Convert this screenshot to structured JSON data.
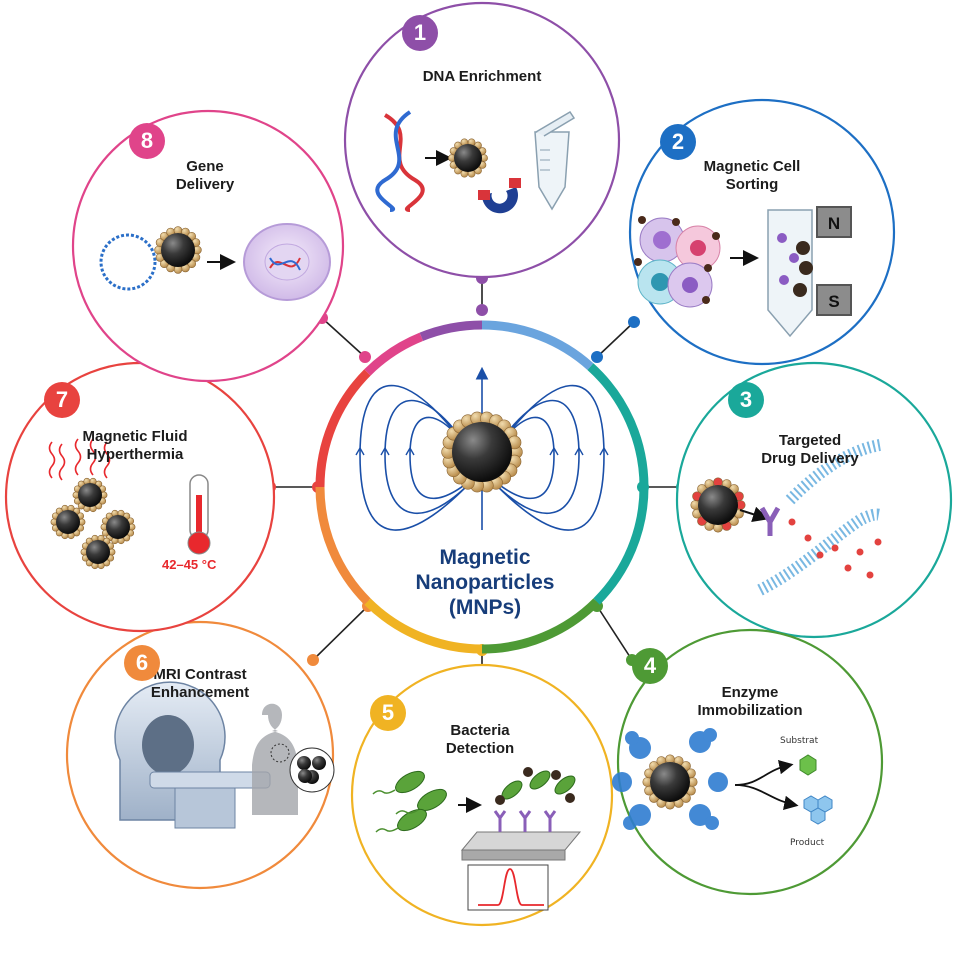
{
  "center": {
    "title_lines": [
      "Magnetic",
      "Nanoparticles",
      "(MNPs)"
    ]
  },
  "applications": [
    {
      "number": "1",
      "lines": [
        "DNA Enrichment"
      ],
      "color": "#8e4fa8"
    },
    {
      "number": "2",
      "lines": [
        "Magnetic Cell",
        "Sorting"
      ],
      "color": "#1d6fc4"
    },
    {
      "number": "3",
      "lines": [
        "Targeted",
        "Drug Delivery"
      ],
      "color": "#1aa89a"
    },
    {
      "number": "4",
      "lines": [
        "Enzyme",
        "Immobilization"
      ],
      "color": "#4e9a35"
    },
    {
      "number": "5",
      "lines": [
        "Bacteria",
        "Detection"
      ],
      "color": "#f0b323"
    },
    {
      "number": "6",
      "lines": [
        "MRI Contrast",
        "Enhancement"
      ],
      "color": "#f08a3c"
    },
    {
      "number": "7",
      "lines": [
        "Magnetic Fluid",
        "Hyperthermia"
      ],
      "color": "#e8433f"
    },
    {
      "number": "8",
      "lines": [
        "Gene",
        "Delivery"
      ],
      "color": "#e0448a"
    }
  ],
  "annotations": {
    "magnet_n": "N",
    "magnet_s": "S",
    "temperature": "42–45 °C",
    "substrate": "Substrat",
    "product": "Product"
  }
}
